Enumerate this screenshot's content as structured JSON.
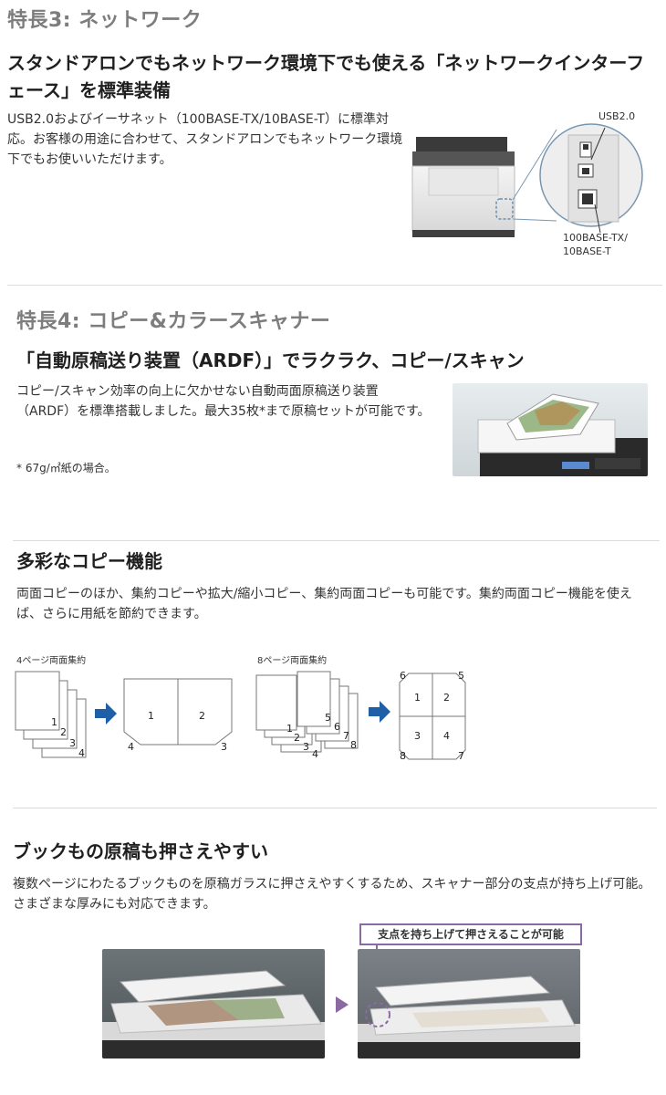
{
  "feature3": {
    "heading": "特長3: ネットワーク",
    "subheading": "スタンドアロンでもネットワーク環境下でも使える「ネットワークインターフェース」を標準装備",
    "body": "USB2.0およびイーサネット（100BASE-TX/10BASE-T）に標準対応。お客様の用途に合わせて、スタンドアロンでもネットワーク環境下でもお使いいただけます。",
    "usb_label": "USB2.0",
    "ethernet_label_1": "100BASE-TX/",
    "ethernet_label_2": "10BASE-T"
  },
  "feature4": {
    "heading": "特長4: コピー&カラースキャナー",
    "subheading": "「自動原稿送り装置（ARDF）」でラクラク、コピー/スキャン",
    "body": "コピー/スキャン効率の向上に欠かせない自動両面原稿送り装置（ARDF）を標準搭載しました。最大35枚*まで原稿セットが可能です。",
    "note": "* 67g/㎡紙の場合。"
  },
  "copy_functions": {
    "heading": "多彩なコピー機能",
    "body": "両面コピーのほか、集約コピーや拡大/縮小コピー、集約両面コピーも可能です。集約両面コピー機能を使えば、さらに用紙を節約できます。",
    "diagram1_label": "4ページ両面集約",
    "diagram2_label": "8ページ両面集約",
    "pages_4": [
      "1",
      "2",
      "3",
      "4"
    ],
    "pages_8": [
      "1",
      "2",
      "3",
      "4",
      "5",
      "6",
      "7",
      "8"
    ]
  },
  "book": {
    "heading": "ブックもの原稿も押さえやすい",
    "body": "複数ページにわたるブックものを原稿ガラスに押さえやすくするため、スキャナー部分の支点が持ち上げ可能。さまざまな厚みにも対応できます。",
    "callout": "支点を持ち上げて押さえることが可能"
  }
}
